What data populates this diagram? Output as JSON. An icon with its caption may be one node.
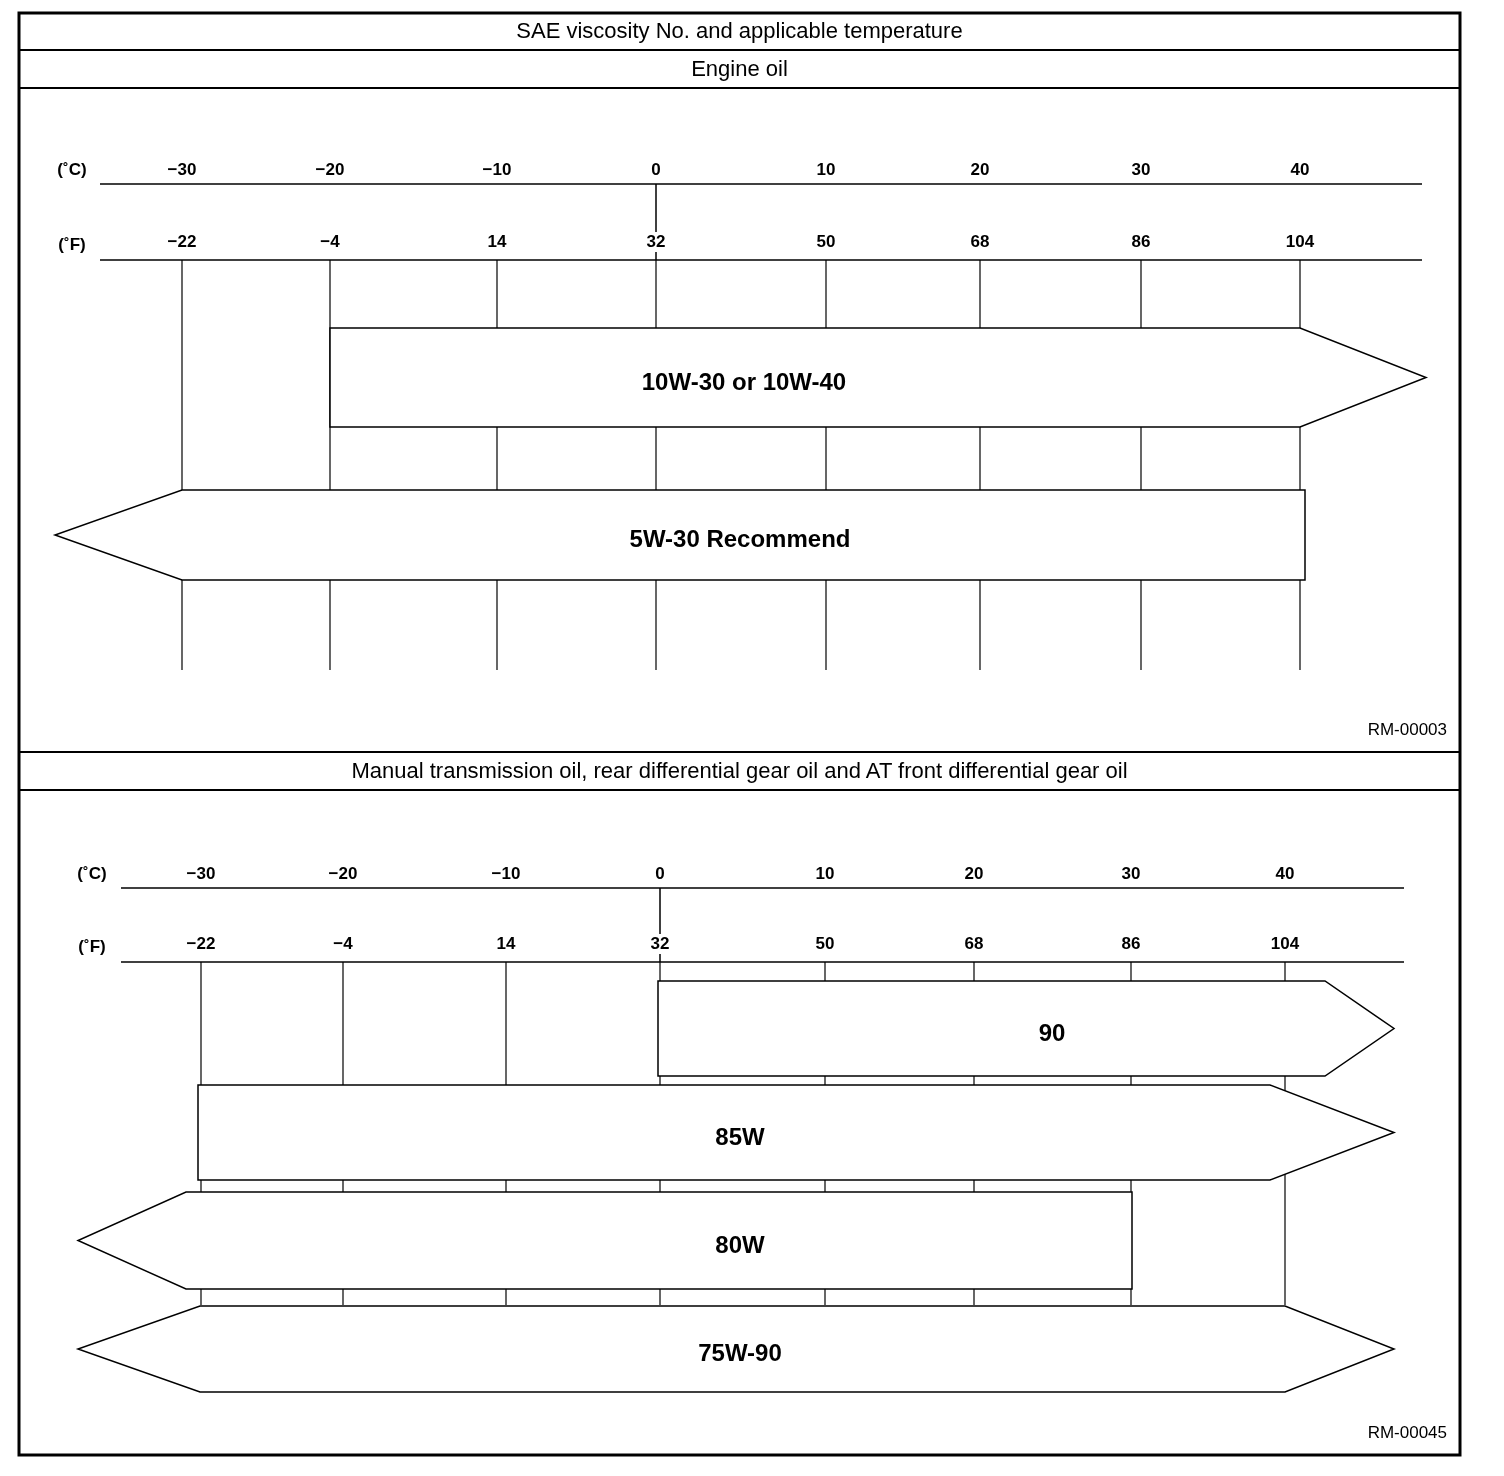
{
  "diagram": {
    "title": "SAE viscosity No. and applicable temperature",
    "nodes": [
      {
        "text": [
          "Engine oil"
        ]
      },
      {
        "text": [
          "10W-30 or 10W-40"
        ]
      },
      {
        "text": [
          "5W-30 Recommend"
        ]
      },
      {
        "text": [
          "Manual transmission oil, rear differential gear oil and AT front differential gear oil"
        ]
      },
      {
        "text": [
          "90"
        ]
      },
      {
        "text": [
          "85W"
        ]
      },
      {
        "text": [
          "80W"
        ]
      },
      {
        "text": [
          "75W-90"
        ]
      }
    ],
    "labels": [
      "(˚C)",
      "−30",
      "−20",
      "−10",
      "0",
      "10",
      "20",
      "30",
      "40",
      "(˚F)",
      "−22",
      "−4",
      "14",
      "32",
      "50",
      "68",
      "86",
      "104",
      "RM-00003",
      "(˚C)",
      "−30",
      "−20",
      "−10",
      "0",
      "10",
      "20",
      "30",
      "40",
      "(˚F)",
      "−22",
      "−4",
      "14",
      "32",
      "50",
      "68",
      "86",
      "104",
      "RM-00045"
    ]
  }
}
